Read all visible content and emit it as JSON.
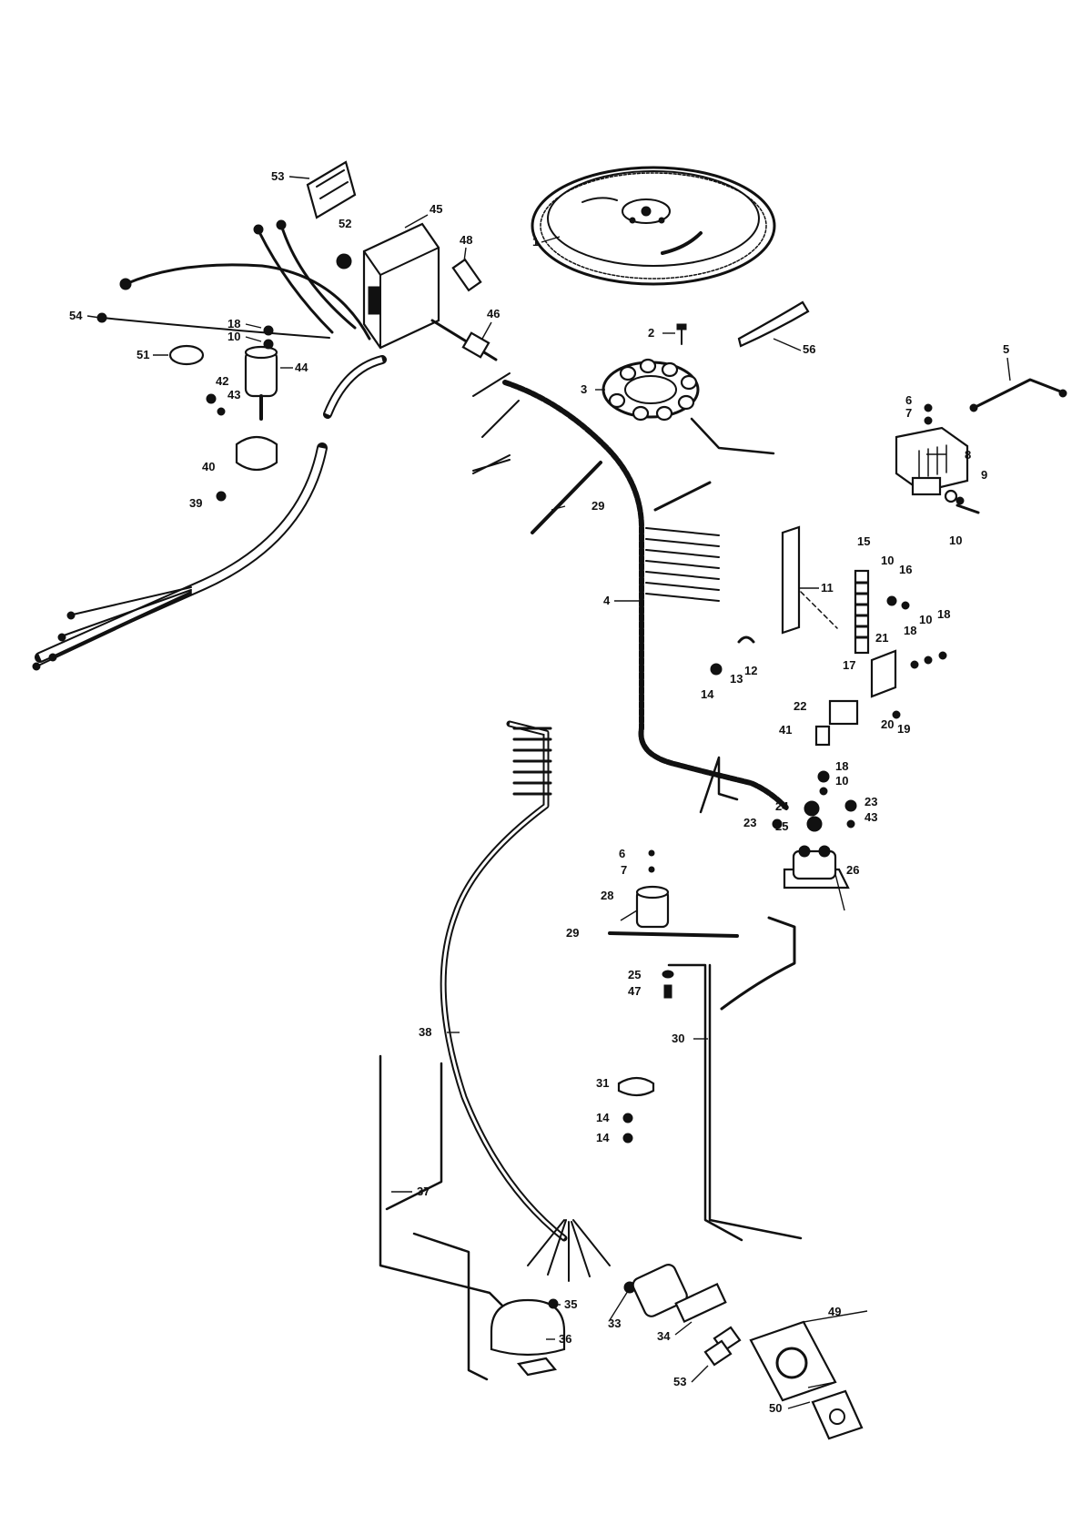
{
  "diagram": {
    "ink_color": "#111111",
    "background_color": "#ffffff",
    "labels": [
      "53",
      "45",
      "52",
      "48",
      "1",
      "54",
      "18",
      "10",
      "46",
      "51",
      "42",
      "43",
      "44",
      "2",
      "56",
      "5",
      "3",
      "40",
      "39",
      "6",
      "7",
      "8",
      "9",
      "10",
      "29",
      "15",
      "10",
      "16",
      "11",
      "4",
      "21",
      "18",
      "10",
      "18",
      "12",
      "13",
      "17",
      "14",
      "22",
      "20",
      "19",
      "41",
      "18",
      "10",
      "23",
      "24",
      "43",
      "23",
      "25",
      "26",
      "6",
      "7",
      "28",
      "29",
      "25",
      "47",
      "38",
      "30",
      "31",
      "14",
      "14",
      "37",
      "35",
      "33",
      "34",
      "36",
      "53",
      "49",
      "50"
    ]
  }
}
